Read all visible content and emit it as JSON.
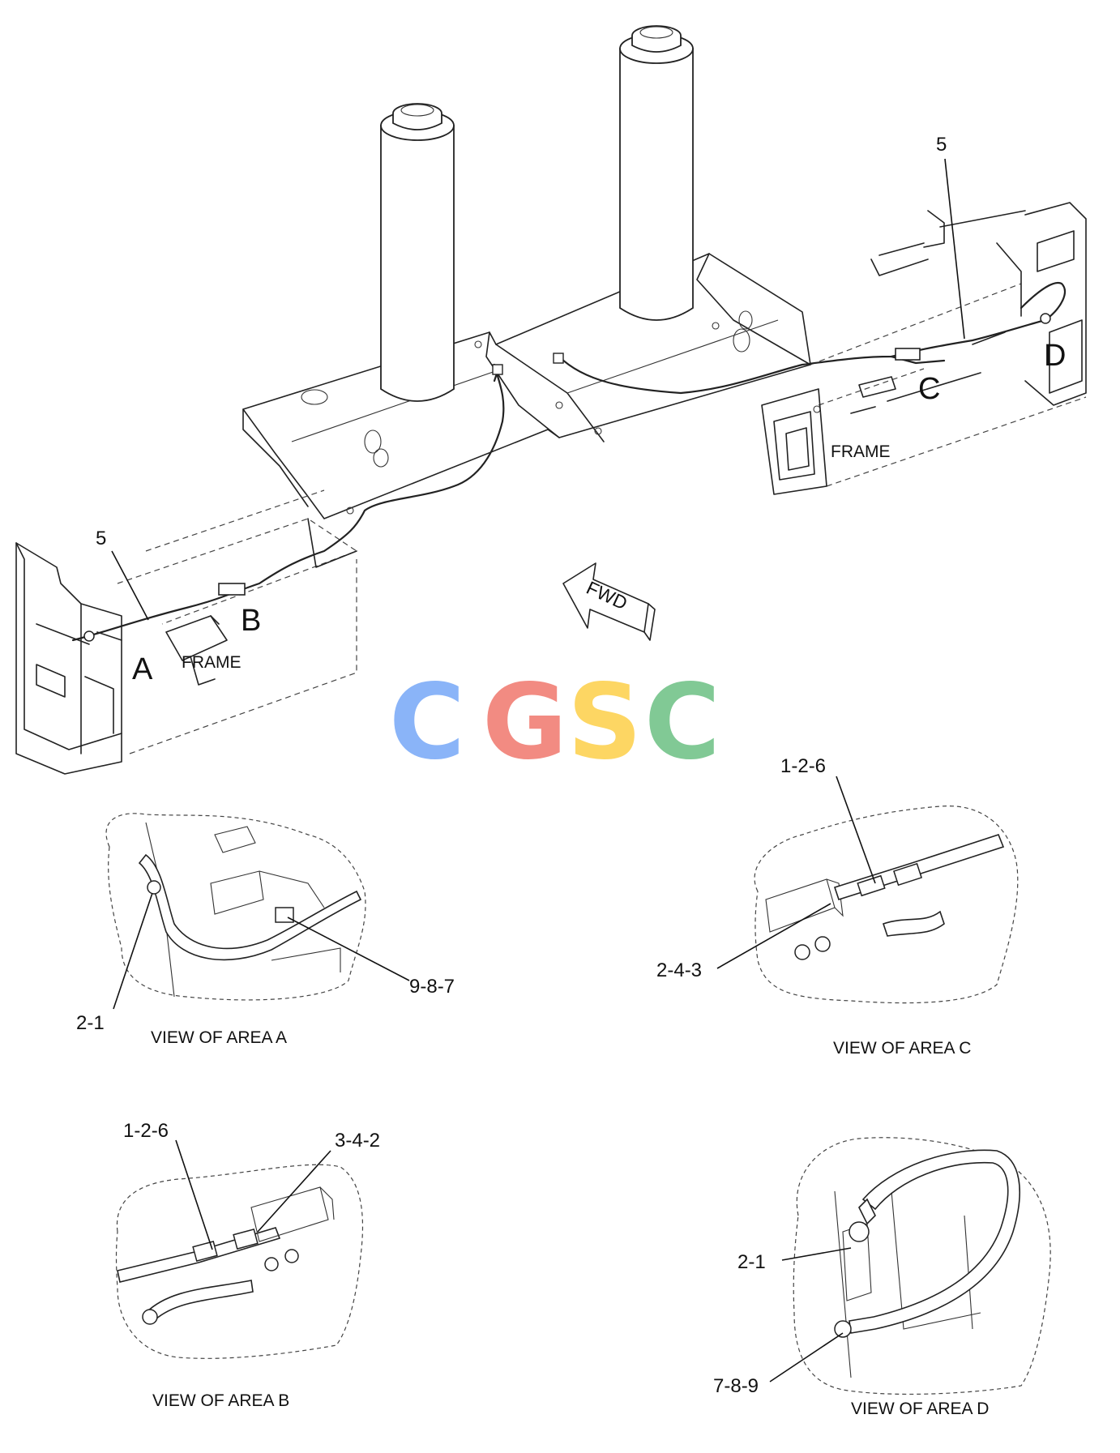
{
  "main_view": {
    "callouts": {
      "top_right": "5",
      "left": "5"
    },
    "area_letters": {
      "a": "A",
      "b": "B",
      "c": "C",
      "d": "D"
    },
    "frame_labels": {
      "left": "FRAME",
      "right": "FRAME"
    },
    "direction_arrow": "FWD"
  },
  "watermark": {
    "letters": [
      "C",
      "G",
      "S",
      "C"
    ],
    "colors": [
      "#8ab4f8",
      "#f28b82",
      "#fdd663",
      "#81c995"
    ]
  },
  "views": {
    "a": {
      "caption": "VIEW OF AREA  A",
      "callouts": [
        "2-1",
        "9-8-7"
      ]
    },
    "b": {
      "caption": "VIEW OF AREA  B",
      "callouts": [
        "1-2-6",
        "3-4-2"
      ]
    },
    "c": {
      "caption": "VIEW OF AREA  C",
      "callouts": [
        "1-2-6",
        "2-4-3"
      ]
    },
    "d": {
      "caption": "VIEW OF AREA  D",
      "callouts": [
        "2-1",
        "7-8-9"
      ]
    }
  }
}
